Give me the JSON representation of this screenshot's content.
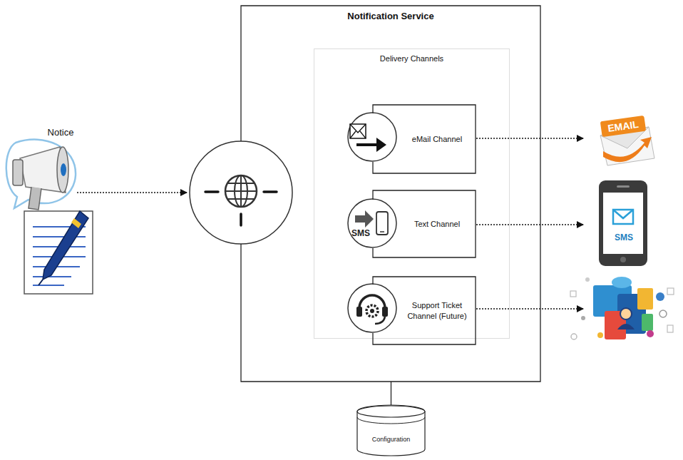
{
  "diagram": {
    "nodes": [
      {
        "text": [
          "Notification Service"
        ]
      },
      {
        "text": [
          "Delivery Channels"
        ],
        "in": 0
      },
      {
        "text": [
          "eMail Channel"
        ],
        "in": 1
      },
      {
        "text": [
          "Text Channel"
        ],
        "in": 1
      },
      {
        "text": [
          "Support Ticket Channel (Future)"
        ],
        "in": 1
      },
      {
        "text": [
          "Configuration"
        ]
      }
    ],
    "edges": [
      {
        "from": 0,
        "to": 5,
        "arrow": "none"
      }
    ],
    "labels": [
      "Notice",
      "SMS",
      "EMAIL",
      "SMS"
    ]
  }
}
